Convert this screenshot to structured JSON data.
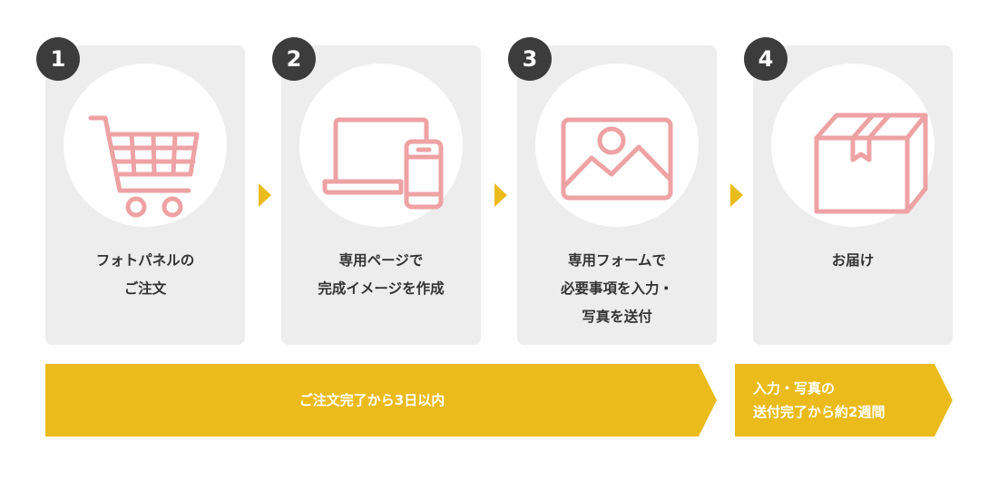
{
  "colors": {
    "card_bg": "#ededed",
    "badge_bg": "#3c3c3c",
    "icon_stroke": "#eea2a4",
    "accent_yellow": "#ebbb1c",
    "text": "#333333"
  },
  "steps": [
    {
      "number": "1",
      "icon": "shopping-cart-icon",
      "label_lines": [
        "フォトパネルの",
        "ご注文"
      ]
    },
    {
      "number": "2",
      "icon": "laptop-smartphone-icon",
      "label_lines": [
        "専用ページで",
        "完成イメージを作成"
      ]
    },
    {
      "number": "3",
      "icon": "photo-image-icon",
      "label_lines": [
        "専用フォームで",
        "必要事項を入力・",
        "写真を送付"
      ]
    },
    {
      "number": "4",
      "icon": "delivery-box-icon",
      "label_lines": [
        "お届け"
      ]
    }
  ],
  "timeline": {
    "main_banner": "ご注文完了から3日以内",
    "delivery_banner_lines": [
      "入力・写真の",
      "送付完了から約2週間"
    ]
  }
}
